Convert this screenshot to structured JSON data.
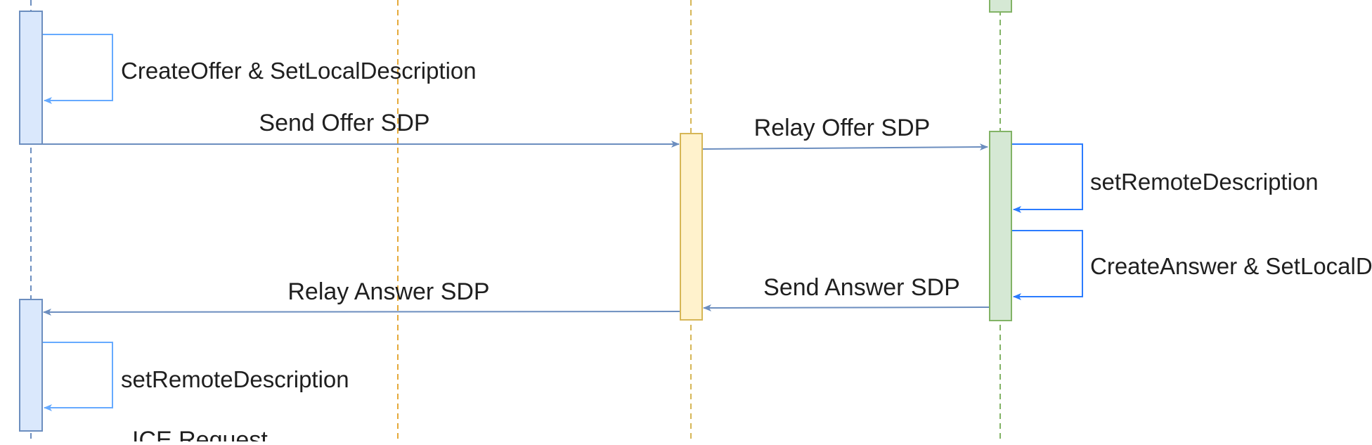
{
  "diagram": {
    "type": "sequence",
    "messages": {
      "create_offer": "CreateOffer &  SetLocalDescription",
      "send_offer": "Send Offer SDP",
      "relay_offer": "Relay Offer SDP",
      "set_remote_callee": "setRemoteDescription",
      "create_answer": "CreateAnswer &  SetLocalDescription",
      "send_answer": "Send Answer SDP",
      "relay_answer": "Relay Answer SDP",
      "set_remote_caller": "setRemoteDescription",
      "ice_request": "ICE Request"
    },
    "colors": {
      "caller_lifeline": "#6c8ebf",
      "server_lifeline": "#e5a93a",
      "callee_lifeline": "#82b366",
      "caller_activation_fill": "#dae8fc",
      "server_activation_fill": "#fff2cc",
      "callee_activation_fill": "#d5e8d4",
      "message_arrow": "#6c8ebf",
      "self_call_arrow": "#3385ff"
    }
  }
}
